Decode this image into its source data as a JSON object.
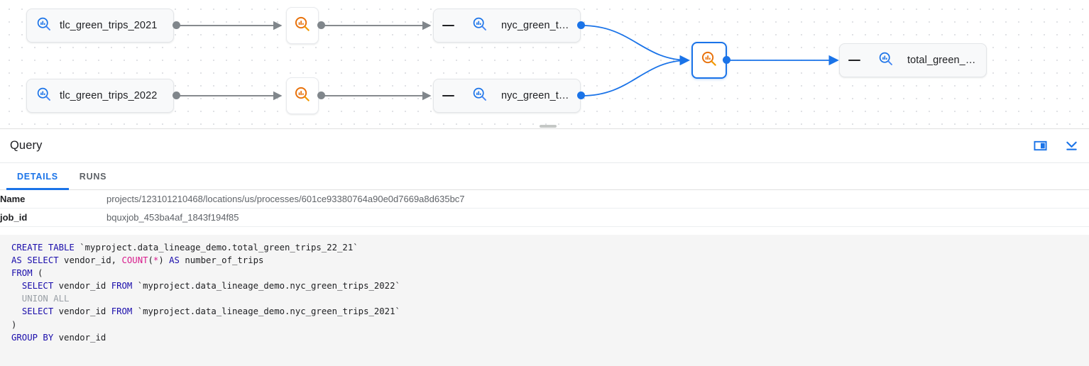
{
  "graph": {
    "nodes": [
      {
        "id": "tlc_2021",
        "type": "table",
        "label": "tlc_green_trips_2021",
        "icon": "table-search-icon",
        "collapsible": false,
        "selected": false
      },
      {
        "id": "tlc_2022",
        "type": "table",
        "label": "tlc_green_trips_2022",
        "icon": "table-search-icon",
        "collapsible": false,
        "selected": false
      },
      {
        "id": "proc_2021",
        "type": "process",
        "label": "",
        "icon": "process-search-icon",
        "collapsible": false,
        "selected": false
      },
      {
        "id": "proc_2022",
        "type": "process",
        "label": "",
        "icon": "process-search-icon",
        "collapsible": false,
        "selected": false
      },
      {
        "id": "nyc_2021",
        "type": "table",
        "label": "nyc_green_trips…",
        "icon": "table-search-icon",
        "collapsible": true,
        "selected": false
      },
      {
        "id": "nyc_2022",
        "type": "table",
        "label": "nyc_green_trips…",
        "icon": "table-search-icon",
        "collapsible": true,
        "selected": false
      },
      {
        "id": "proc_union",
        "type": "process",
        "label": "",
        "icon": "process-search-icon",
        "collapsible": false,
        "selected": true
      },
      {
        "id": "total_trips",
        "type": "table",
        "label": "total_green_trip…",
        "icon": "table-search-icon",
        "collapsible": true,
        "selected": false
      }
    ],
    "colors": {
      "edge_gray": "#80868b",
      "edge_blue": "#1a73e8",
      "node_icon_blue": "#1a73e8",
      "node_icon_orange": "#f29900",
      "selected_border": "#1a73e8"
    }
  },
  "query_panel": {
    "title": "Query",
    "actions": [
      {
        "name": "split-panel-icon",
        "label": "Split panel"
      },
      {
        "name": "collapse-panel-icon",
        "label": "Collapse panel"
      }
    ],
    "tabs": [
      {
        "label": "DETAILS",
        "active": true
      },
      {
        "label": "RUNS",
        "active": false
      }
    ],
    "details": [
      {
        "key": "Name",
        "value": "projects/123101210468/locations/us/processes/601ce93380764a90e0d7669a8d635bc7"
      },
      {
        "key": "job_id",
        "value": "bquxjob_453ba4af_1843f194f85"
      }
    ],
    "sql": {
      "lines": [
        [
          {
            "t": "CREATE TABLE ",
            "c": "k"
          },
          {
            "t": "`myproject.data_lineage_demo.total_green_trips_22_21`",
            "c": "tx"
          }
        ],
        [
          {
            "t": "AS SELECT ",
            "c": "k"
          },
          {
            "t": "vendor_id, ",
            "c": "tx"
          },
          {
            "t": "COUNT",
            "c": "kp"
          },
          {
            "t": "(",
            "c": "tx"
          },
          {
            "t": "*",
            "c": "kp"
          },
          {
            "t": ") ",
            "c": "tx"
          },
          {
            "t": "AS ",
            "c": "k"
          },
          {
            "t": "number_of_trips",
            "c": "tx"
          }
        ],
        [
          {
            "t": "FROM ",
            "c": "k"
          },
          {
            "t": "(",
            "c": "tx"
          }
        ],
        [
          {
            "t": "  ",
            "c": "tx"
          },
          {
            "t": "SELECT ",
            "c": "k"
          },
          {
            "t": "vendor_id ",
            "c": "tx"
          },
          {
            "t": "FROM ",
            "c": "k"
          },
          {
            "t": "`myproject.data_lineage_demo.nyc_green_trips_2022`",
            "c": "tx"
          }
        ],
        [
          {
            "t": "  UNION ALL",
            "c": "cm"
          }
        ],
        [
          {
            "t": "  ",
            "c": "tx"
          },
          {
            "t": "SELECT ",
            "c": "k"
          },
          {
            "t": "vendor_id ",
            "c": "tx"
          },
          {
            "t": "FROM ",
            "c": "k"
          },
          {
            "t": "`myproject.data_lineage_demo.nyc_green_trips_2021`",
            "c": "tx"
          }
        ],
        [
          {
            "t": ")",
            "c": "tx"
          }
        ],
        [
          {
            "t": "GROUP BY ",
            "c": "k"
          },
          {
            "t": "vendor_id",
            "c": "tx"
          }
        ]
      ]
    }
  }
}
